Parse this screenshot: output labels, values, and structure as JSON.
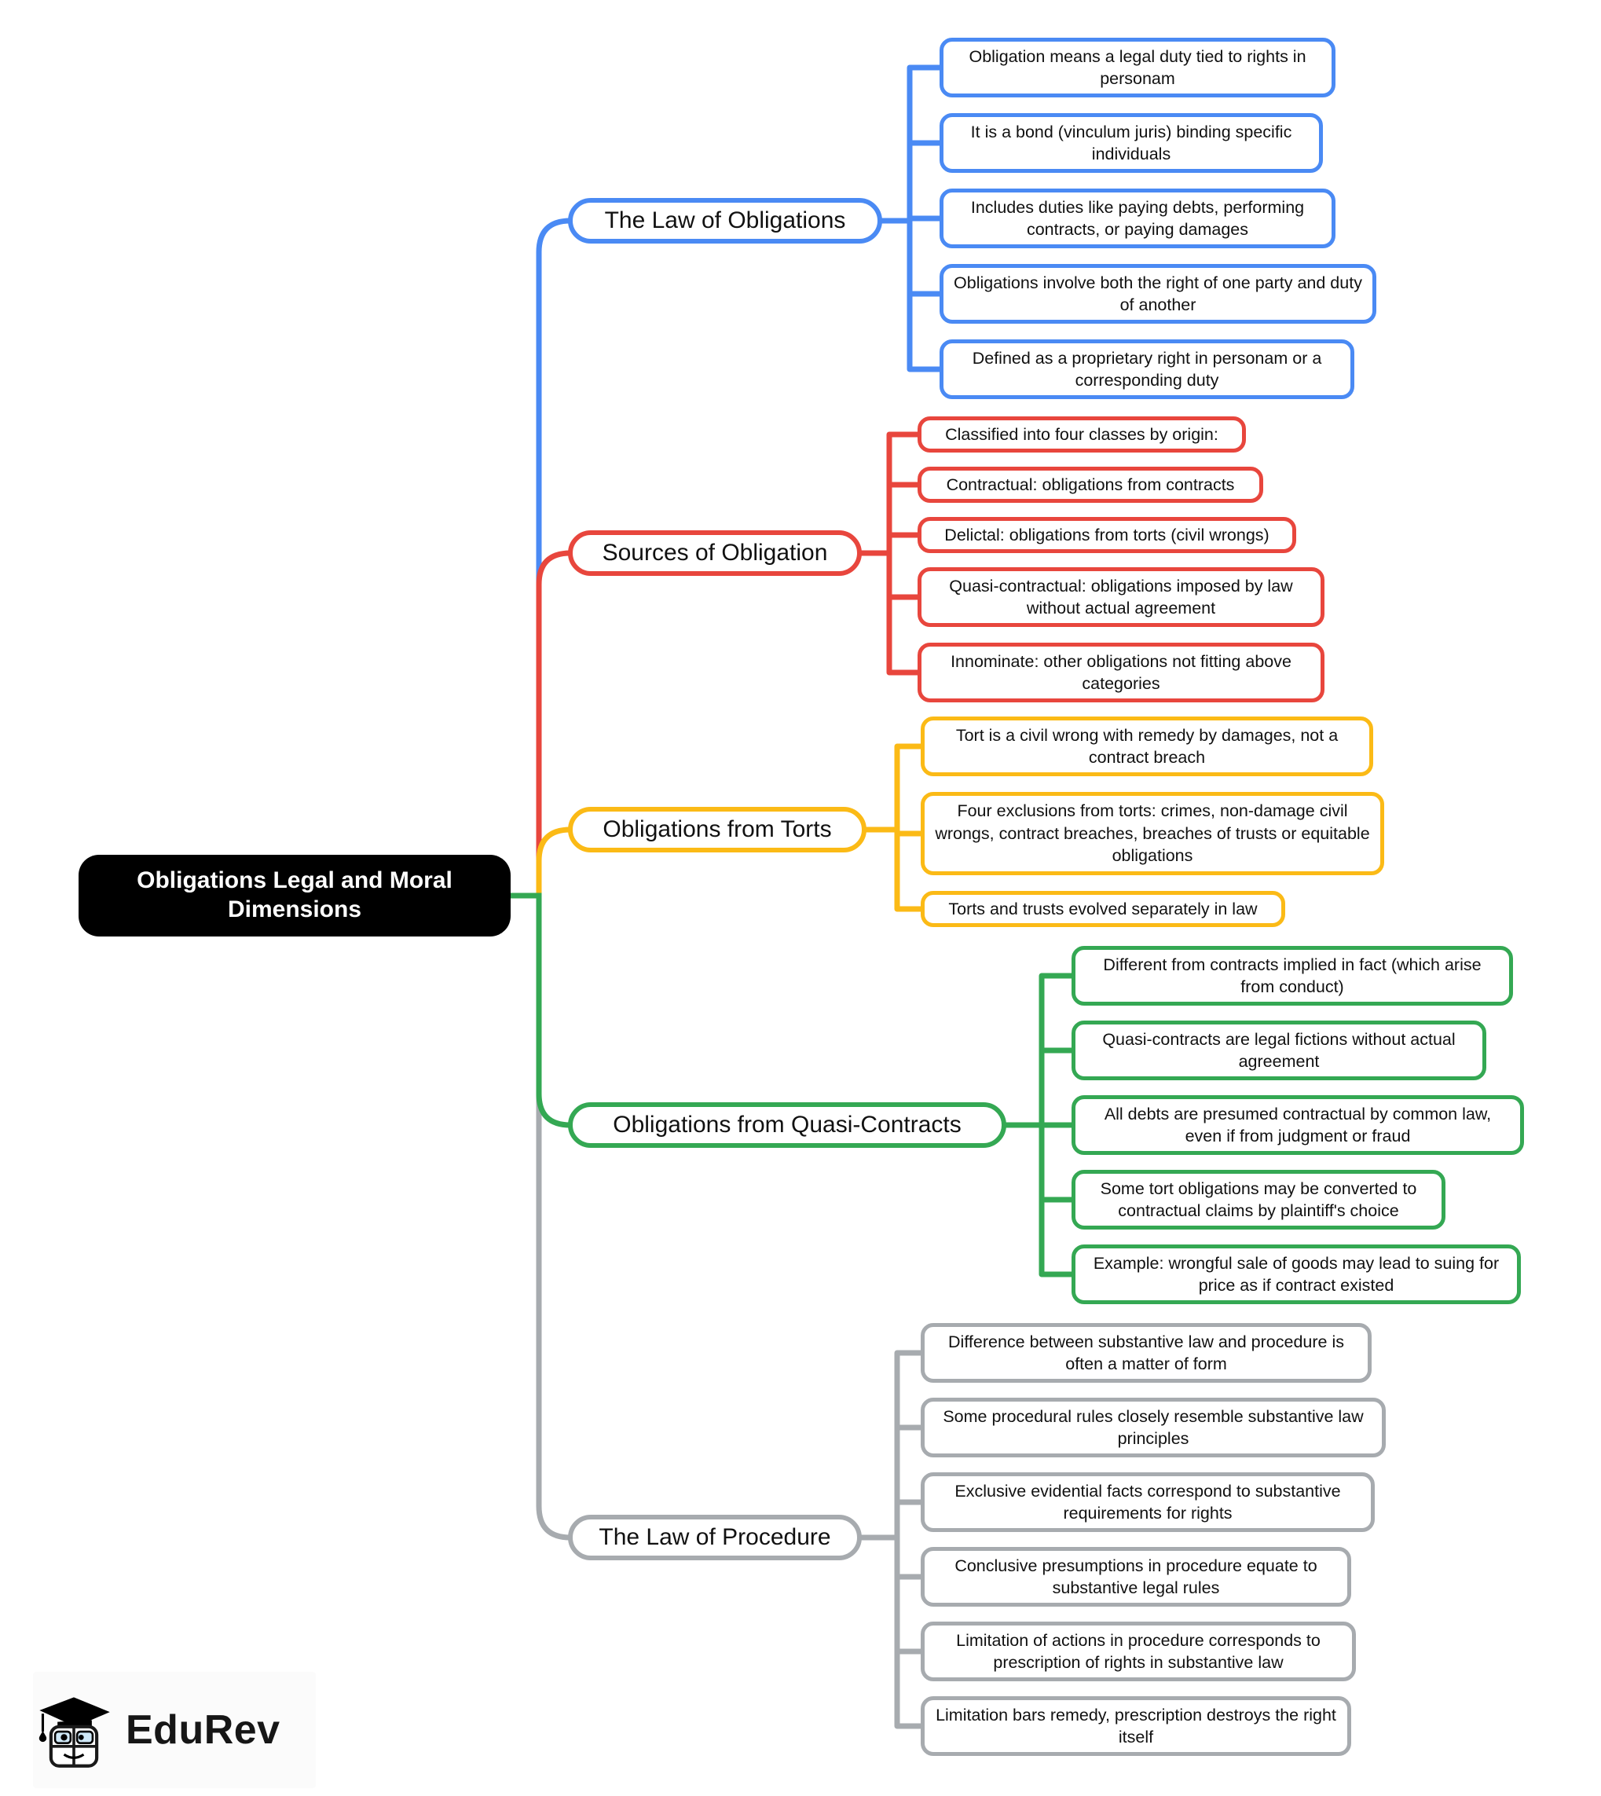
{
  "root": {
    "title": "Obligations Legal and Moral Dimensions"
  },
  "palette": {
    "law_of_obligations": "#4a8af4",
    "sources_of_obligation": "#e8463d",
    "obligations_from_torts": "#fbba16",
    "obligations_from_quasi_contracts": "#34a853",
    "law_of_procedure": "#a7abaf",
    "root_background": "#000000",
    "root_text": "#ffffff"
  },
  "branches": [
    {
      "label": "The Law of Obligations",
      "color": "#4a8af4",
      "children": [
        "Obligation means a legal duty tied to rights in personam",
        "It is a bond (vinculum juris) binding specific individuals",
        "Includes duties like paying debts, performing contracts, or paying damages",
        "Obligations involve both the right of one party and duty of another",
        "Defined as a proprietary right in personam or a corresponding duty"
      ]
    },
    {
      "label": "Sources of Obligation",
      "color": "#e8463d",
      "children": [
        "Classified into four classes by origin:",
        "Contractual: obligations from contracts",
        "Delictal: obligations from torts (civil wrongs)",
        "Quasi-contractual: obligations imposed by law without actual agreement",
        "Innominate: other obligations not fitting above categories"
      ]
    },
    {
      "label": "Obligations from Torts",
      "color": "#fbba16",
      "children": [
        "Tort is a civil wrong with remedy by damages, not a contract breach",
        "Four exclusions from torts: crimes, non-damage civil wrongs, contract breaches, breaches of trusts or equitable obligations",
        "Torts and trusts evolved separately in law"
      ]
    },
    {
      "label": "Obligations from Quasi-Contracts",
      "color": "#34a853",
      "children": [
        "Different from contracts implied in fact (which arise from conduct)",
        "Quasi-contracts are legal fictions without actual agreement",
        "All debts are presumed contractual by common law, even if from judgment or fraud",
        "Some tort obligations may be converted to contractual claims by plaintiff's choice",
        "Example: wrongful sale of goods may lead to suing for price as if contract existed"
      ]
    },
    {
      "label": "The Law of Procedure",
      "color": "#a7abaf",
      "children": [
        "Difference between substantive law and procedure is often a matter of form",
        "Some procedural rules closely resemble substantive law principles",
        "Exclusive evidential facts correspond to substantive requirements for rights",
        "Conclusive presumptions in procedure equate to substantive legal rules",
        "Limitation of actions in procedure corresponds to prescription of rights in substantive law",
        "Limitation bars remedy, prescription destroys the right itself"
      ]
    }
  ],
  "logo": {
    "text": "EduRev",
    "icon": "edurev-mascot-icon"
  }
}
